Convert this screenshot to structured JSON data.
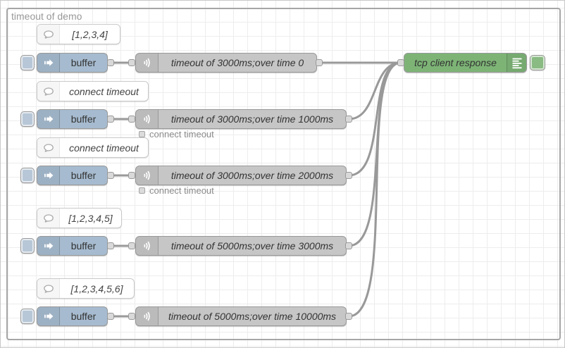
{
  "canvas": {
    "group": {
      "label": "timeout of demo"
    },
    "colors": {
      "inject_node": "#a6bbcf",
      "tcp_node": "#c6c6c6",
      "debug_node": "#7db476",
      "wire": "#999999",
      "grid_line": "#ededed",
      "group_border": "#a6a6a6",
      "status_text": "#8a8a8a"
    }
  },
  "nodes": {
    "comments": [
      {
        "label": "[1,2,3,4]",
        "icon": "comment-bubble-icon"
      },
      {
        "label": "connect timeout",
        "icon": "comment-bubble-icon"
      },
      {
        "label": "connect timeout",
        "icon": "comment-bubble-icon"
      },
      {
        "label": "[1,2,3,4,5]",
        "icon": "comment-bubble-icon"
      },
      {
        "label": "[1,2,3,4,5,6]",
        "icon": "comment-bubble-icon"
      }
    ],
    "injects": [
      {
        "label": "buffer",
        "icon": "inject-arrow-icon"
      },
      {
        "label": "buffer",
        "icon": "inject-arrow-icon"
      },
      {
        "label": "buffer",
        "icon": "inject-arrow-icon"
      },
      {
        "label": "buffer",
        "icon": "inject-arrow-icon"
      },
      {
        "label": "buffer",
        "icon": "inject-arrow-icon"
      }
    ],
    "tcp_requests": [
      {
        "label": "timeout of 3000ms;over time 0",
        "icon": "tcp-waves-icon",
        "status": ""
      },
      {
        "label": "timeout of 3000ms;over time 1000ms",
        "icon": "tcp-waves-icon",
        "status": "connect timeout"
      },
      {
        "label": "timeout of 3000ms;over time 2000ms",
        "icon": "tcp-waves-icon",
        "status": "connect timeout"
      },
      {
        "label": "timeout of 5000ms;over time 3000ms",
        "icon": "tcp-waves-icon",
        "status": ""
      },
      {
        "label": "timeout of 5000ms;over time 10000ms",
        "icon": "tcp-waves-icon",
        "status": ""
      }
    ],
    "debug": {
      "label": "tcp client response",
      "icon": "debug-output-icon"
    }
  }
}
